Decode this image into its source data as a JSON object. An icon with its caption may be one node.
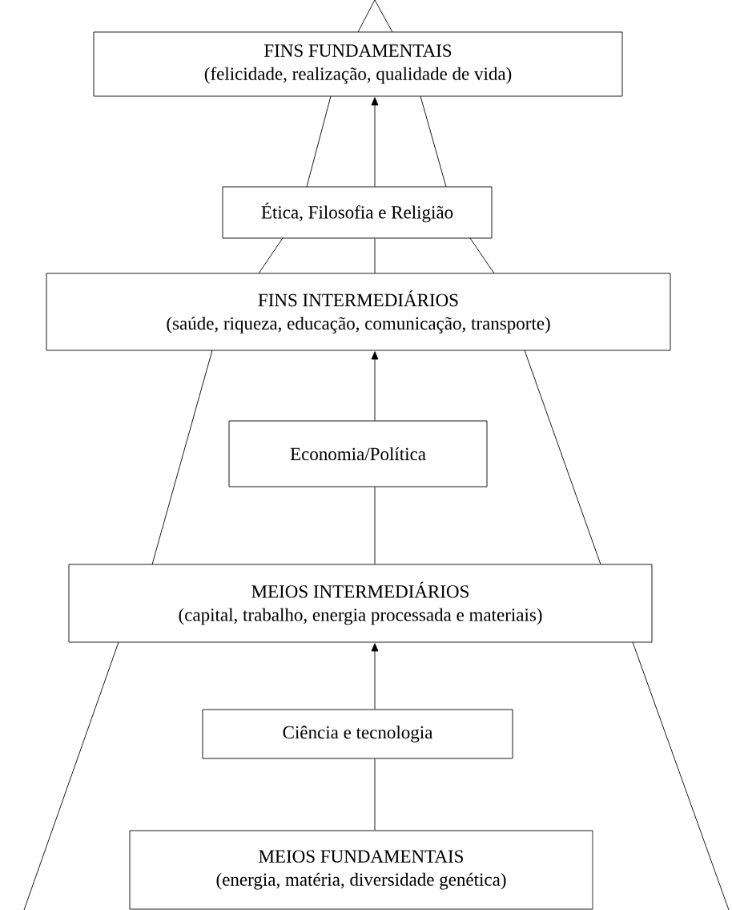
{
  "diagram": {
    "nodes": [
      {
        "text": [
          "FINS FUNDAMENTAIS",
          "(felicidade, realização, qualidade de vida)"
        ]
      },
      {
        "text": [
          "Ética, Filosofia e Religião"
        ]
      },
      {
        "text": [
          "FINS INTERMEDIÁRIOS",
          "(saúde, riqueza, educação, comunicação, transporte)"
        ]
      },
      {
        "text": [
          "Economia/Política"
        ]
      },
      {
        "text": [
          "MEIOS INTERMEDIÁRIOS",
          "(capital, trabalho, energia processada e materiais)"
        ]
      },
      {
        "text": [
          "Ciência e tecnologia"
        ]
      },
      {
        "text": [
          "MEIOS FUNDAMENTAIS",
          "(energia, matéria, diversidade genética)"
        ]
      }
    ],
    "edges": [
      {
        "from": 1,
        "to": 0,
        "arrow": "to"
      },
      {
        "from": 2,
        "to": 1,
        "arrow": "none"
      },
      {
        "from": 3,
        "to": 2,
        "arrow": "to"
      },
      {
        "from": 4,
        "to": 3,
        "arrow": "none"
      },
      {
        "from": 5,
        "to": 4,
        "arrow": "to"
      },
      {
        "from": 6,
        "to": 5,
        "arrow": "none"
      }
    ]
  }
}
